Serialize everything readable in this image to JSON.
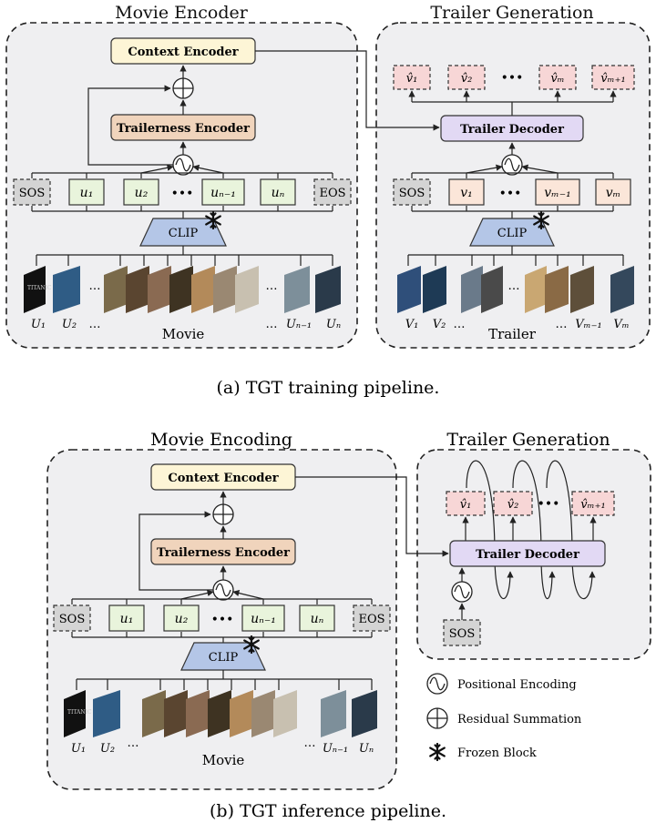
{
  "top": {
    "left_title": "Movie Encoder",
    "right_title": "Trailer Generation",
    "context_encoder": "Context Encoder",
    "trailerness_encoder": "Trailerness Encoder",
    "trailer_decoder": "Trailer Decoder",
    "clip": "CLIP",
    "sos": "SOS",
    "eos": "EOS",
    "dots": "•••",
    "movie_tokens": [
      "u₁",
      "u₂",
      "uₙ₋₁",
      "uₙ"
    ],
    "trailer_tokens": [
      "v₁",
      "vₘ₋₁",
      "vₘ"
    ],
    "outputs": [
      "v̂₁",
      "v̂₂",
      "v̂ₘ",
      "v̂ₘ₊₁"
    ],
    "movie_frame_labels": [
      "U₁",
      "U₂",
      "…",
      "…",
      "Uₙ₋₁",
      "Uₙ"
    ],
    "movie_label": "Movie",
    "trailer_frame_labels": [
      "V₁",
      "V₂",
      "…",
      "…",
      "Vₘ₋₁",
      "Vₘ"
    ],
    "trailer_label": "Trailer",
    "caption": "(a) TGT training pipeline."
  },
  "bottom": {
    "left_title": "Movie Encoding",
    "right_title": "Trailer Generation",
    "context_encoder": "Context Encoder",
    "trailerness_encoder": "Trailerness Encoder",
    "trailer_decoder": "Trailer Decoder",
    "clip": "CLIP",
    "sos": "SOS",
    "eos": "EOS",
    "dots": "•••",
    "movie_tokens": [
      "u₁",
      "u₂",
      "uₙ₋₁",
      "uₙ"
    ],
    "outputs": [
      "v̂₁",
      "v̂₂",
      "v̂ₘ₊₁"
    ],
    "movie_frame_labels": [
      "U₁",
      "U₂",
      "…",
      "…",
      "Uₙ₋₁",
      "Uₙ"
    ],
    "movie_label": "Movie",
    "legend": {
      "positional": "Positional Encoding",
      "residual": "Residual Summation",
      "frozen": "Frozen Block"
    },
    "caption": "(b) TGT inference pipeline."
  },
  "colors": {
    "context": "#fdf5d6",
    "trailerness": "#f0d4bc",
    "decoder": "#e2d9f4",
    "clip": "#b4c6e7",
    "token": "#e9f4dc",
    "trailer_token": "#fbe6d9",
    "special": "#d4d4d4",
    "output": "#f7d6d6",
    "panel": "#efeff1"
  }
}
